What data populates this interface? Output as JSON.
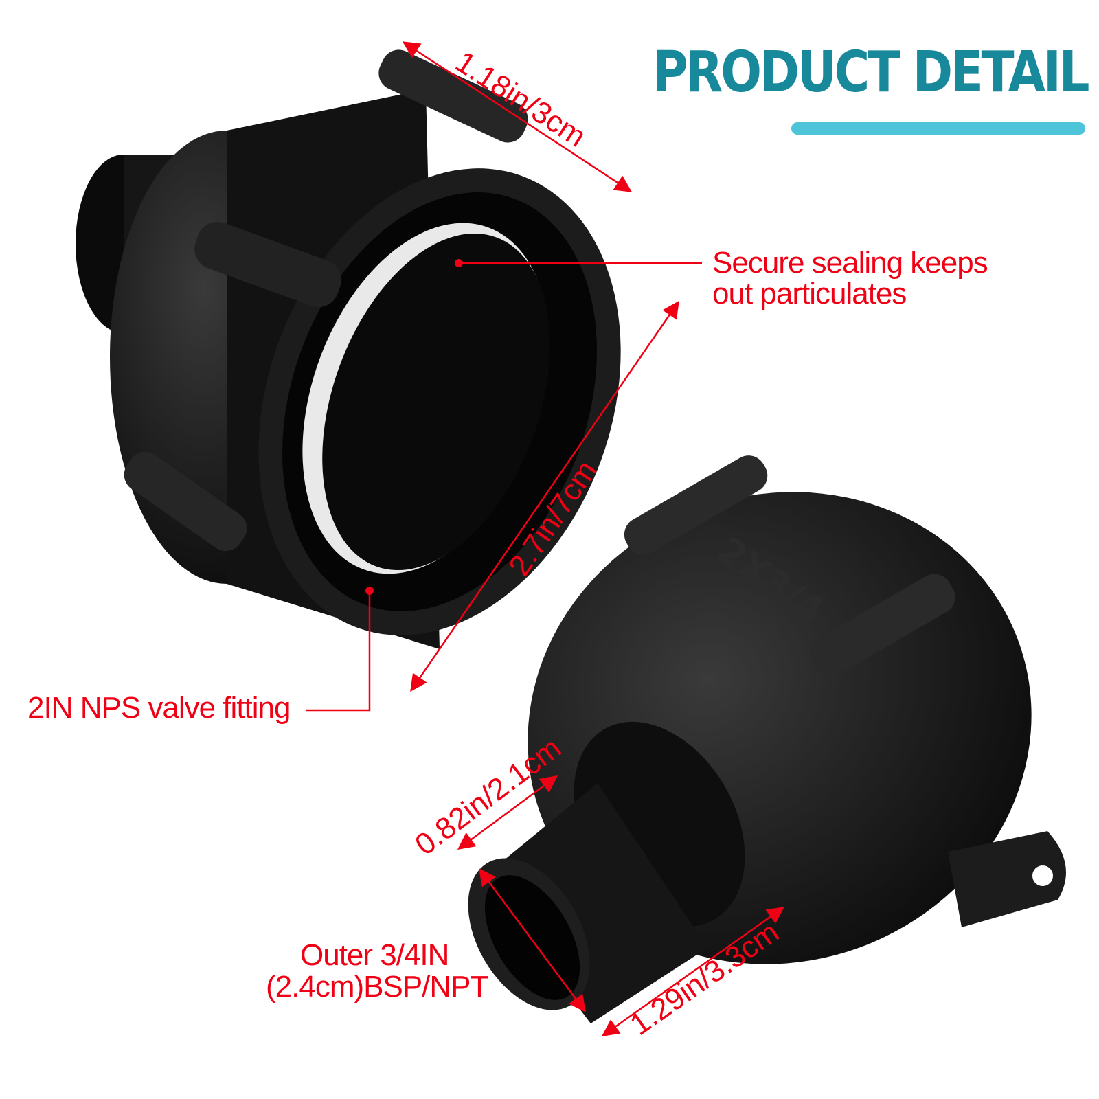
{
  "header": {
    "title": "PRODUCT DETAIL"
  },
  "colors": {
    "title": "#17899a",
    "title_underline": "#4ec4d8",
    "annotation": "#f00014",
    "product": "#0a0a0a"
  },
  "product": {
    "molded_marking": "2X3/4"
  },
  "annotations": {
    "top_width": "1.18in/3cm",
    "seal_line1": "Secure sealing keeps",
    "seal_line2": "out particulates",
    "diameter": "2.7in/7cm",
    "valve_fitting": "2IN NPS valve fitting",
    "thread_length": "0.82in/2.1cm",
    "outer_line1": "Outer 3/4IN",
    "outer_line2": "(2.4cm)BSP/NPT",
    "body_length": "1.29in/3.3cm"
  }
}
